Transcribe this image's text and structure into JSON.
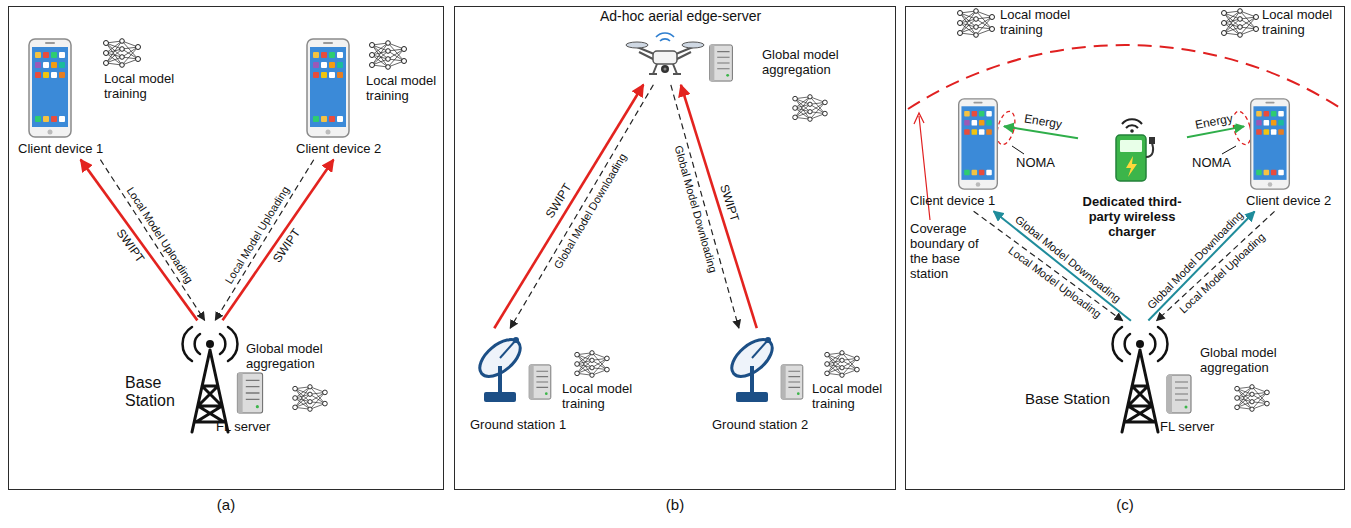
{
  "diagram": {
    "nodes": [
      {
        "text": [
          "(a)"
        ]
      },
      {
        "text": [
          "Client device 1"
        ],
        "in": 0
      },
      {
        "text": [
          "Client device 2"
        ],
        "in": 0
      },
      {
        "text": [
          "Base Station"
        ],
        "in": 0
      },
      {
        "text": [
          "(b)"
        ]
      },
      {
        "text": [
          "Ad-hoc aerial edge-server"
        ],
        "in": 4
      },
      {
        "text": [
          "Ground station 1"
        ],
        "in": 4
      },
      {
        "text": [
          "Ground station 2"
        ],
        "in": 4
      },
      {
        "text": [
          "(c)"
        ]
      },
      {
        "text": [
          "Client device 1"
        ],
        "in": 8
      },
      {
        "text": [
          "Client device 2"
        ],
        "in": 8
      },
      {
        "text": [
          "Dedicated third-party wireless charger"
        ],
        "in": 8
      },
      {
        "text": [
          "Base Station"
        ],
        "in": 8
      }
    ],
    "edges": [
      {
        "from": 3,
        "to": 1,
        "label": "SWIPT",
        "arrow": "to"
      },
      {
        "from": 1,
        "to": 3,
        "label": "Local Model Uploading",
        "arrow": "to"
      },
      {
        "from": 3,
        "to": 2,
        "label": "SWIPT",
        "arrow": "to"
      },
      {
        "from": 2,
        "to": 3,
        "label": "Local Model Uploading",
        "arrow": "to"
      },
      {
        "from": 6,
        "to": 5,
        "label": "SWIPT",
        "arrow": "to"
      },
      {
        "from": 5,
        "to": 6,
        "label": "Global Model Downloading",
        "arrow": "to"
      },
      {
        "from": 7,
        "to": 5,
        "label": "SWIPT",
        "arrow": "to"
      },
      {
        "from": 5,
        "to": 7,
        "label": "Global Model Downloading",
        "arrow": "to"
      },
      {
        "from": 11,
        "to": 9,
        "label": "Energy",
        "arrow": "to"
      },
      {
        "from": 11,
        "to": 10,
        "label": "Energy",
        "arrow": "to"
      },
      {
        "from": 12,
        "to": 9,
        "label": "Global Model Downloading",
        "arrow": "to"
      },
      {
        "from": 9,
        "to": 12,
        "label": "Local Model Uploading",
        "arrow": "to"
      },
      {
        "from": 12,
        "to": 10,
        "label": "Global Model Downloading",
        "arrow": "to"
      },
      {
        "from": 10,
        "to": 12,
        "label": "Local Model Uploading",
        "arrow": "to"
      }
    ],
    "labels": [
      "Local model training",
      "Local model training",
      "Global model aggregation",
      "FL server",
      "Global model aggregation",
      "Local model training",
      "Local model training",
      "Local model training",
      "Local model training",
      "NOMA",
      "NOMA",
      "Coverage boundary of the base station",
      "Global model aggregation",
      "FL server"
    ]
  }
}
